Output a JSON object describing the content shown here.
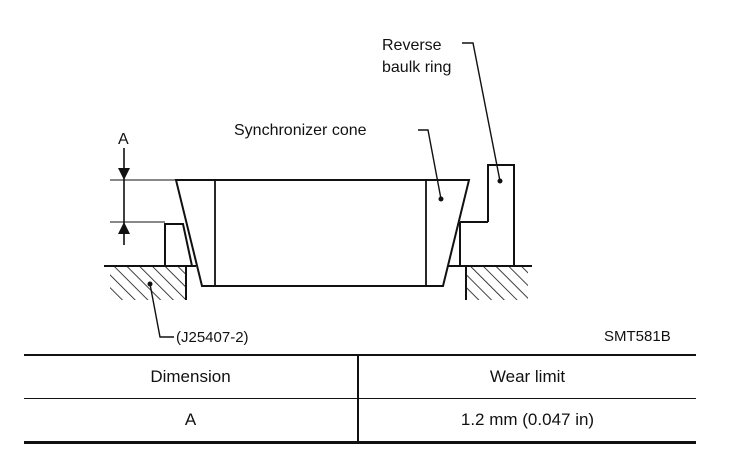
{
  "labels": {
    "reverse_baulk_ring": [
      "Reverse",
      "baulk ring"
    ],
    "synchronizer_cone": "Synchronizer cone",
    "dimension_marker": "A",
    "tool": "(J25407-2)",
    "figure_code": "SMT581B"
  },
  "table": {
    "headers": [
      "Dimension",
      "Wear limit"
    ],
    "rows": [
      [
        "A",
        "1.2 mm (0.047 in)"
      ]
    ]
  }
}
